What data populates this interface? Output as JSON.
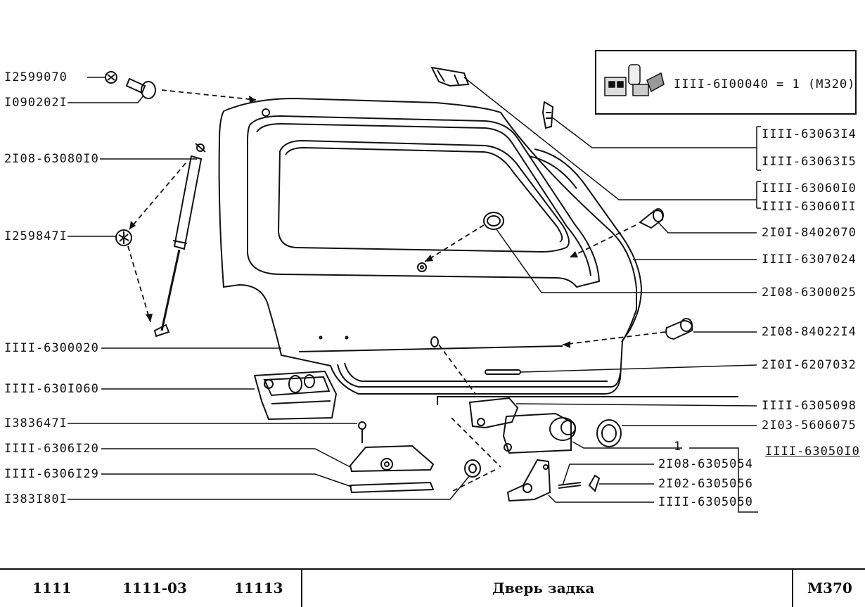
{
  "kit": {
    "label": "IIII-6I00040 = 1 (M320)"
  },
  "left_labels": [
    "I2599070",
    "I090202I",
    "2I08-63080I0",
    "I259847I",
    "IIII-6300020",
    "IIII-630I060",
    "I383647I",
    "IIII-6306I20",
    "IIII-6306I29",
    "I383I80I"
  ],
  "right_labels": [
    "IIII-63063I4",
    "IIII-63063I5",
    "IIII-63060I0",
    "IIII-63060II",
    "2I0I-8402070",
    "IIII-6307024",
    "2I08-6300025",
    "2I08-84022I4",
    "2I0I-6207032",
    "IIII-6305098",
    "2I03-5606075"
  ],
  "assembly": {
    "number": "1",
    "label": "IIII-63050I0",
    "sub_labels": [
      "2I08-6305054",
      "2I02-6305056",
      "IIII-6305050"
    ]
  },
  "footer": {
    "models": [
      "1111",
      "1111-03",
      "11113"
    ],
    "title": "Дверь задка",
    "code": "M370"
  },
  "colors": {
    "ink": "#111111",
    "paper": "#ffffff"
  }
}
